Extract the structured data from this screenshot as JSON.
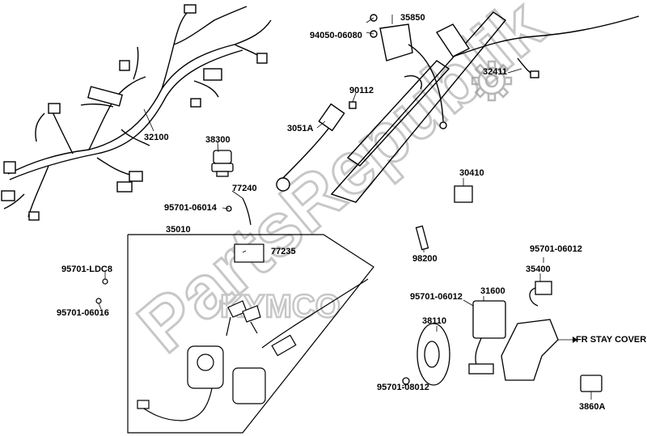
{
  "watermark": {
    "text": "PartsRepublik",
    "subtext": "KYMCO",
    "color": "#b4b4b4"
  },
  "labels": {
    "p32100": "32100",
    "p38300": "38300",
    "p77240": "77240",
    "p95701_06014": "95701-06014",
    "p35010": "35010",
    "p77235": "77235",
    "p95701_ldc8": "95701-LDC8",
    "p95701_06016": "95701-06016",
    "p94050_06080": "94050-06080",
    "p35850": "35850",
    "p90112": "90112",
    "p3051a": "3051A",
    "p32411": "32411",
    "p30410": "30410",
    "p98200": "98200",
    "p95701_06012_a": "95701-06012",
    "p35400": "35400",
    "p95701_06012_b": "95701-06012",
    "p31600": "31600",
    "p38110": "38110",
    "p95701_08012": "95701-08012",
    "fr_stay_cover": "FR STAY COVER",
    "p3860a": "3860A"
  }
}
